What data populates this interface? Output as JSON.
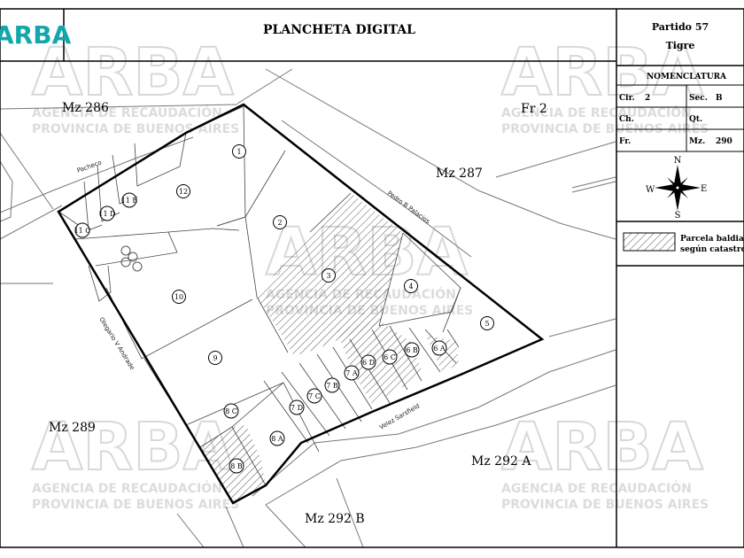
{
  "header": {
    "logo": "ARBA",
    "title": "PLANCHETA DIGITAL",
    "partido": "Partido 57",
    "localidad": "Tigre"
  },
  "panel": {
    "nomenclatura_title": "NOMENCLATURA",
    "cir_label": "Cir.",
    "cir_value": "2",
    "sec_label": "Sec.",
    "sec_value": "B",
    "ch_label": "Ch.",
    "ch_value": "",
    "qt_label": "Qt.",
    "qt_value": "",
    "fr_label": "Fr.",
    "fr_value": "",
    "mz_label": "Mz.",
    "mz_value": "290",
    "compass": {
      "n": "N",
      "s": "S",
      "e": "E",
      "w": "W"
    },
    "legend_line1": "Parcela baldia",
    "legend_line2": "según catastro"
  },
  "watermark": {
    "brand": "ARBA",
    "line1": "AGENCIA DE RECAUDACIÓN",
    "line2": "PROVINCIA DE BUENOS AIRES"
  },
  "map": {
    "blocks": {
      "mz286": "Mz 286",
      "fr2": "Fr 2",
      "mz287": "Mz 287",
      "mz289": "Mz 289",
      "mz292a": "Mz 292 A",
      "mz292b": "Mz 292 B"
    },
    "streets": {
      "pacheco": "Pacheco",
      "pedro": "Pedro B Palacios",
      "olegario": "Olegario V Andrade",
      "velez": "Velez Sarsfield"
    },
    "parcels": {
      "p1": "1",
      "p2": "2",
      "p3": "3",
      "p4": "4",
      "p5": "5",
      "p6a": "6 A",
      "p6b": "6 B",
      "p6c": "6 C",
      "p6d": "6 D",
      "p7a": "7 A",
      "p7b": "7 B",
      "p7c": "7 C",
      "p7d": "7 D",
      "p8a": "8 A",
      "p8b": "8 B",
      "p8c": "8 C",
      "p9": "9",
      "p10": "10",
      "p11b": "11 B",
      "p11d": "11 D",
      "p11c": "11 C",
      "p12": "12"
    }
  },
  "colors": {
    "logo": "#14a6ad",
    "watermark": "#d9d9d9",
    "line": "#000000",
    "street_edge": "#666666"
  }
}
